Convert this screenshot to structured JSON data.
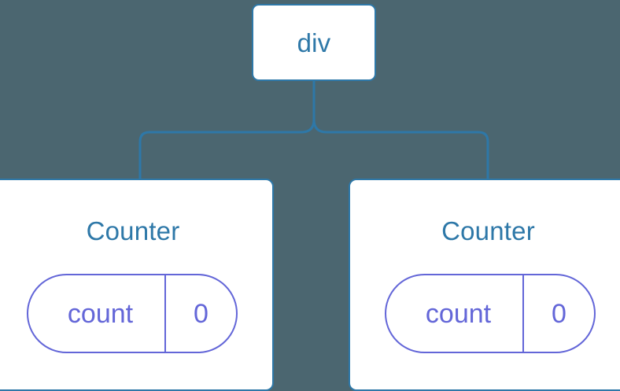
{
  "diagram": {
    "type": "component-tree",
    "background_color": "#4b6670",
    "node_fill": "#ffffff",
    "node_border_color": "#2e78a8",
    "connector_color": "#2e78a8",
    "label_color": "#2e78a8",
    "state_color": "#6366d8",
    "root": {
      "label": "div"
    },
    "children": [
      {
        "title": "Counter",
        "state": {
          "key": "count",
          "value": "0"
        }
      },
      {
        "title": "Counter",
        "state": {
          "key": "count",
          "value": "0"
        }
      }
    ]
  }
}
